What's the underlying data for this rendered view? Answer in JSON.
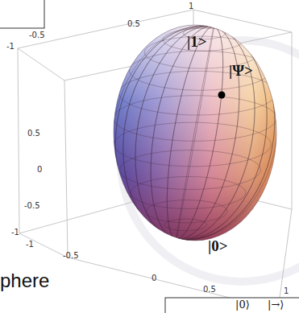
{
  "diagram": {
    "labels": [
      "1",
      "0.5",
      "-0.5",
      "-1",
      "0.5",
      "0",
      "-0.5",
      "-1",
      "-1",
      "-0.5",
      "0",
      "0.5",
      "1",
      "|1>",
      "|Ψ>",
      "|0>",
      "phere",
      "|0⟩",
      "|→⟩"
    ]
  }
}
